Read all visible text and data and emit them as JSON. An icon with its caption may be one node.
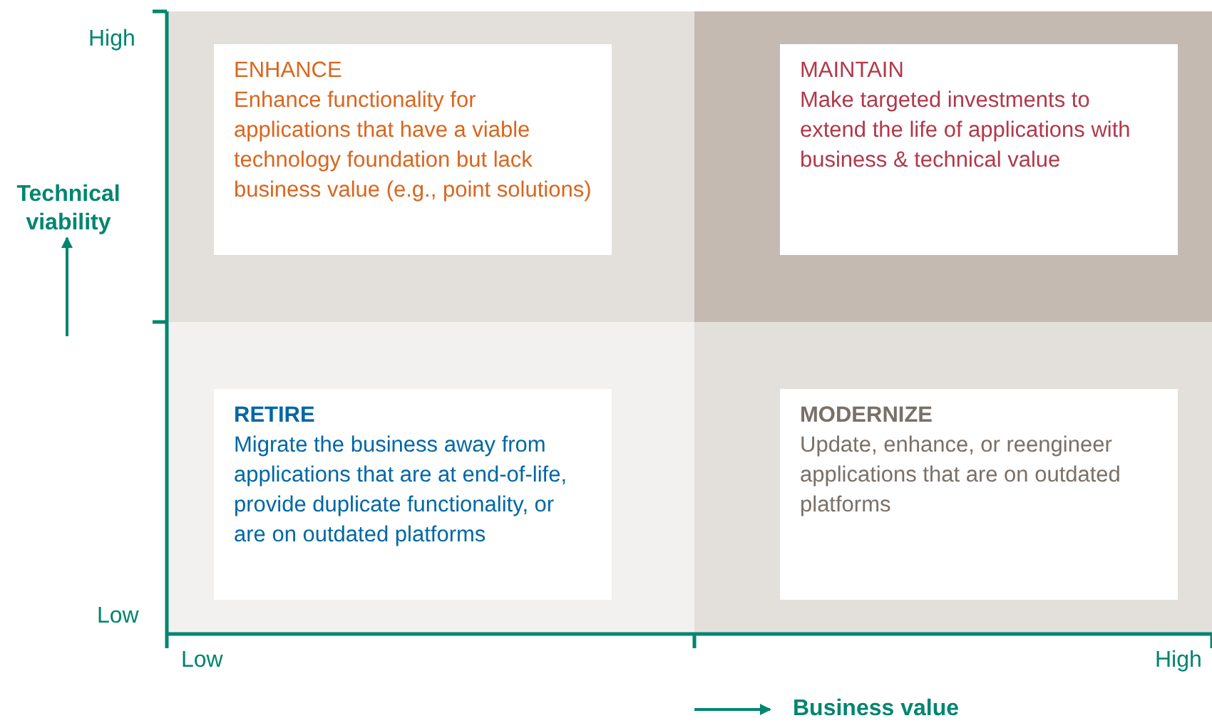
{
  "diagram": {
    "nodes": [
      {
        "text": [
          "ENHANCE",
          "Enhance functionality for applications that have a viable technology foundation but lack business value (e.g., point solutions)"
        ]
      },
      {
        "text": [
          "MAINTAIN",
          "Make targeted investments to extend the life of applications with business & technical value"
        ]
      },
      {
        "text": [
          "RETIRE",
          "Migrate the business away from applications that are at end-of-life, provide duplicate functionality, or are on outdated platforms"
        ]
      },
      {
        "text": [
          "MODERNIZE",
          "Update, enhance, or reengineer applications that are on outdated platforms"
        ]
      }
    ],
    "labels": [
      "High",
      "Technical viability",
      "Low",
      "Low",
      "High",
      "Business value"
    ]
  }
}
